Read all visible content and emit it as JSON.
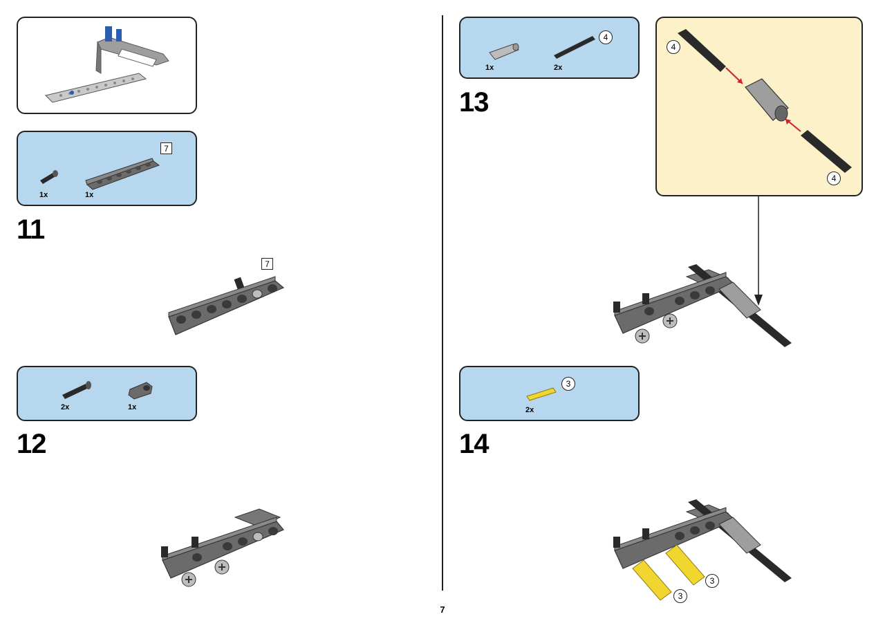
{
  "steps": [
    {
      "number": "11",
      "parts": [
        {
          "qty": "1x"
        },
        {
          "qty": "1x",
          "size": "7"
        }
      ],
      "callout": "7"
    },
    {
      "number": "12",
      "parts": [
        {
          "qty": "2x"
        },
        {
          "qty": "1x"
        }
      ]
    },
    {
      "number": "13",
      "parts": [
        {
          "qty": "1x"
        },
        {
          "qty": "2x",
          "size": "4"
        }
      ],
      "submodel_labels": [
        "4",
        "4"
      ]
    },
    {
      "number": "14",
      "parts": [
        {
          "qty": "2x",
          "size": "3"
        }
      ],
      "callouts": [
        "3",
        "3"
      ]
    }
  ],
  "page_number": "7",
  "colors": {
    "parts_box": "#b7d7ef",
    "submodel_box": "#fdf1c9",
    "arrow_red": "#d0202a",
    "axle_yellow": "#f2d630"
  }
}
